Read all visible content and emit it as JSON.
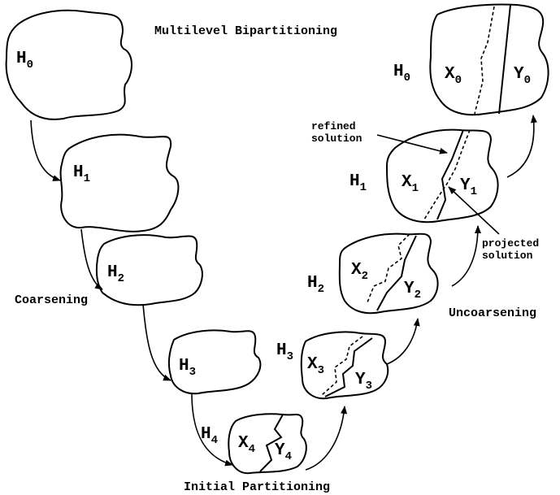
{
  "title": "Multilevel Bipartitioning",
  "phases": {
    "coarsening": "Coarsening",
    "uncoarsening": "Uncoarsening",
    "initial": "Initial Partitioning"
  },
  "annotations": {
    "refined": [
      "refined",
      "solution"
    ],
    "projected": [
      "projected",
      "solution"
    ]
  },
  "coarsening_levels": [
    {
      "base": "H",
      "sub": "0"
    },
    {
      "base": "H",
      "sub": "1"
    },
    {
      "base": "H",
      "sub": "2"
    },
    {
      "base": "H",
      "sub": "3"
    }
  ],
  "initial_level": {
    "h": {
      "base": "H",
      "sub": "4"
    },
    "x": {
      "base": "X",
      "sub": "4"
    },
    "y": {
      "base": "Y",
      "sub": "4"
    }
  },
  "uncoarsening_levels": [
    {
      "h": {
        "base": "H",
        "sub": "3"
      },
      "x": {
        "base": "X",
        "sub": "3"
      },
      "y": {
        "base": "Y",
        "sub": "3"
      }
    },
    {
      "h": {
        "base": "H",
        "sub": "2"
      },
      "x": {
        "base": "X",
        "sub": "2"
      },
      "y": {
        "base": "Y",
        "sub": "2"
      }
    },
    {
      "h": {
        "base": "H",
        "sub": "1"
      },
      "x": {
        "base": "X",
        "sub": "1"
      },
      "y": {
        "base": "Y",
        "sub": "1"
      }
    },
    {
      "h": {
        "base": "H",
        "sub": "0"
      },
      "x": {
        "base": "X",
        "sub": "0"
      },
      "y": {
        "base": "Y",
        "sub": "0"
      }
    }
  ]
}
